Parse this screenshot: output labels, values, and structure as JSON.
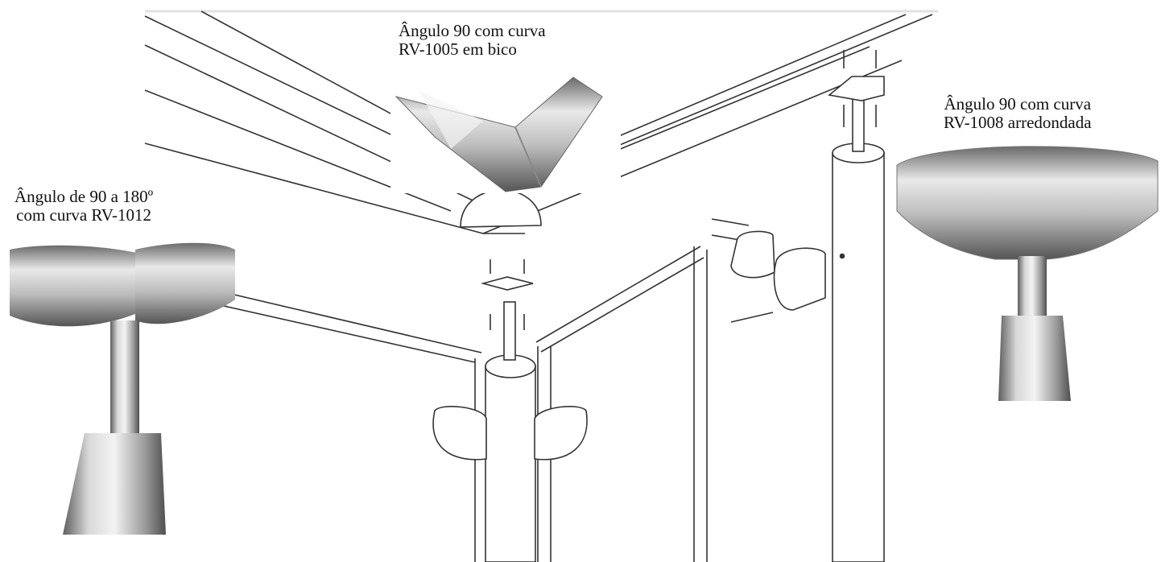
{
  "labels": {
    "top": {
      "line1": "Ângulo 90 com curva",
      "line2": "RV-1005 em bico"
    },
    "right": {
      "line1": "Ângulo 90 com curva",
      "line2": "RV-1008 arredondada"
    },
    "left": {
      "line1": "Ângulo de  90 a 180º",
      "line2": "com curva RV-1012"
    }
  },
  "colors": {
    "line": "#333333",
    "steel_light": "#e8e8e8",
    "steel_mid": "#a9a9a9",
    "steel_dark": "#5e5e5e"
  }
}
